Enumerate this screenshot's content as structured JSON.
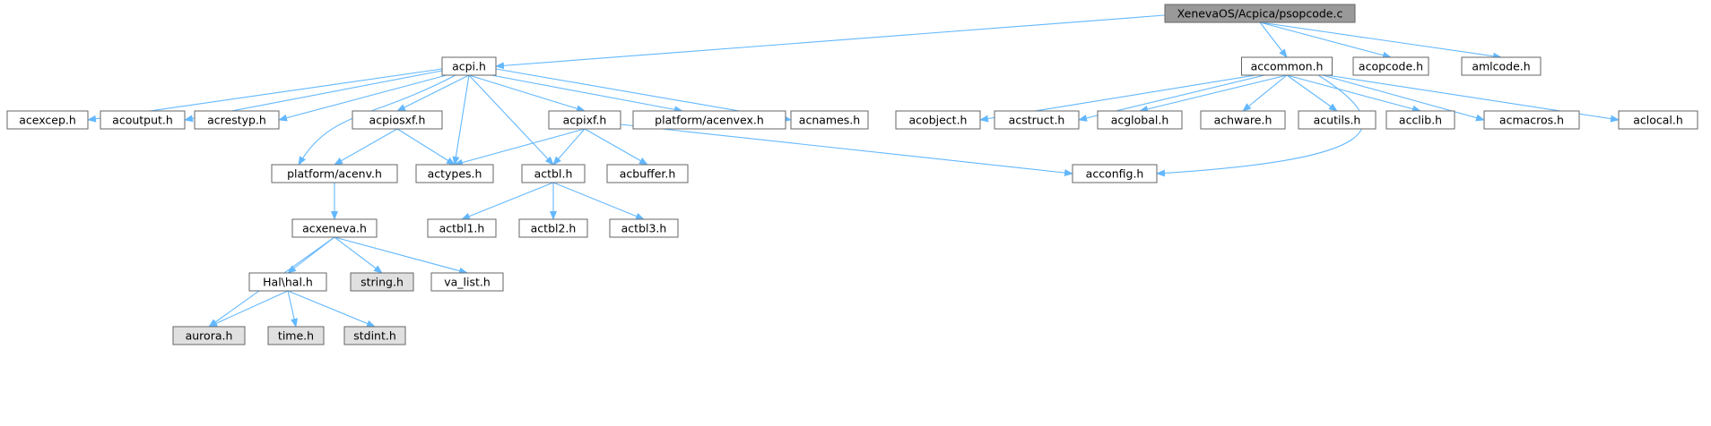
{
  "diagram": {
    "type": "include-dependency-graph",
    "colors": {
      "root_fill": "#999999",
      "node_fill": "#ffffff",
      "system_header_fill": "#e0e0e0",
      "border": "#666666",
      "edge": "#63b8ff"
    },
    "nodes": [
      {
        "id": "psopcode",
        "label": "XenevaOS/Acpica/psopcode.c",
        "kind": "root"
      },
      {
        "id": "acpi_h",
        "label": "acpi.h",
        "kind": "local"
      },
      {
        "id": "accommon_h",
        "label": "accommon.h",
        "kind": "local"
      },
      {
        "id": "acopcode_h",
        "label": "acopcode.h",
        "kind": "local"
      },
      {
        "id": "amlcode_h",
        "label": "amlcode.h",
        "kind": "local"
      },
      {
        "id": "acexcep_h",
        "label": "acexcep.h",
        "kind": "local"
      },
      {
        "id": "acoutput_h",
        "label": "acoutput.h",
        "kind": "local"
      },
      {
        "id": "acrestyp_h",
        "label": "acrestyp.h",
        "kind": "local"
      },
      {
        "id": "acpiosxf_h",
        "label": "acpiosxf.h",
        "kind": "local"
      },
      {
        "id": "acpixf_h",
        "label": "acpixf.h",
        "kind": "local"
      },
      {
        "id": "acenvex_h",
        "label": "platform/acenvex.h",
        "kind": "local"
      },
      {
        "id": "acnames_h",
        "label": "acnames.h",
        "kind": "local"
      },
      {
        "id": "acobject_h",
        "label": "acobject.h",
        "kind": "local"
      },
      {
        "id": "acstruct_h",
        "label": "acstruct.h",
        "kind": "local"
      },
      {
        "id": "acglobal_h",
        "label": "acglobal.h",
        "kind": "local"
      },
      {
        "id": "achware_h",
        "label": "achware.h",
        "kind": "local"
      },
      {
        "id": "acutils_h",
        "label": "acutils.h",
        "kind": "local"
      },
      {
        "id": "acclib_h",
        "label": "acclib.h",
        "kind": "local"
      },
      {
        "id": "acmacros_h",
        "label": "acmacros.h",
        "kind": "local"
      },
      {
        "id": "aclocal_h",
        "label": "aclocal.h",
        "kind": "local"
      },
      {
        "id": "acenv_h",
        "label": "platform/acenv.h",
        "kind": "local"
      },
      {
        "id": "actypes_h",
        "label": "actypes.h",
        "kind": "local"
      },
      {
        "id": "actbl_h",
        "label": "actbl.h",
        "kind": "local"
      },
      {
        "id": "acbuffer_h",
        "label": "acbuffer.h",
        "kind": "local"
      },
      {
        "id": "acconfig_h",
        "label": "acconfig.h",
        "kind": "local"
      },
      {
        "id": "acxeneva_h",
        "label": "acxeneva.h",
        "kind": "local"
      },
      {
        "id": "actbl1_h",
        "label": "actbl1.h",
        "kind": "local"
      },
      {
        "id": "actbl2_h",
        "label": "actbl2.h",
        "kind": "local"
      },
      {
        "id": "actbl3_h",
        "label": "actbl3.h",
        "kind": "local"
      },
      {
        "id": "hal_h",
        "label": "Hal\\hal.h",
        "kind": "local"
      },
      {
        "id": "string_h",
        "label": "string.h",
        "kind": "system"
      },
      {
        "id": "va_list_h",
        "label": "va_list.h",
        "kind": "local"
      },
      {
        "id": "aurora_h",
        "label": "aurora.h",
        "kind": "system"
      },
      {
        "id": "time_h",
        "label": "time.h",
        "kind": "system"
      },
      {
        "id": "stdint_h",
        "label": "stdint.h",
        "kind": "system"
      }
    ],
    "edges": [
      {
        "from": "psopcode",
        "to": "acpi_h"
      },
      {
        "from": "psopcode",
        "to": "accommon_h"
      },
      {
        "from": "psopcode",
        "to": "acopcode_h"
      },
      {
        "from": "psopcode",
        "to": "amlcode_h"
      },
      {
        "from": "acpi_h",
        "to": "acexcep_h"
      },
      {
        "from": "acpi_h",
        "to": "acoutput_h"
      },
      {
        "from": "acpi_h",
        "to": "acrestyp_h"
      },
      {
        "from": "acpi_h",
        "to": "acpiosxf_h"
      },
      {
        "from": "acpi_h",
        "to": "acenv_h"
      },
      {
        "from": "acpi_h",
        "to": "actypes_h"
      },
      {
        "from": "acpi_h",
        "to": "actbl_h"
      },
      {
        "from": "acpi_h",
        "to": "acpixf_h"
      },
      {
        "from": "acpi_h",
        "to": "acenvex_h"
      },
      {
        "from": "acpi_h",
        "to": "acnames_h"
      },
      {
        "from": "accommon_h",
        "to": "acobject_h"
      },
      {
        "from": "accommon_h",
        "to": "acstruct_h"
      },
      {
        "from": "accommon_h",
        "to": "acglobal_h"
      },
      {
        "from": "accommon_h",
        "to": "achware_h"
      },
      {
        "from": "accommon_h",
        "to": "acutils_h"
      },
      {
        "from": "accommon_h",
        "to": "acclib_h"
      },
      {
        "from": "accommon_h",
        "to": "acmacros_h"
      },
      {
        "from": "accommon_h",
        "to": "aclocal_h"
      },
      {
        "from": "accommon_h",
        "to": "acconfig_h"
      },
      {
        "from": "acpiosxf_h",
        "to": "acenv_h"
      },
      {
        "from": "acpiosxf_h",
        "to": "actypes_h"
      },
      {
        "from": "acpixf_h",
        "to": "actypes_h"
      },
      {
        "from": "acpixf_h",
        "to": "actbl_h"
      },
      {
        "from": "acpixf_h",
        "to": "acbuffer_h"
      },
      {
        "from": "acpixf_h",
        "to": "acconfig_h"
      },
      {
        "from": "acenv_h",
        "to": "acxeneva_h"
      },
      {
        "from": "actbl_h",
        "to": "actbl1_h"
      },
      {
        "from": "actbl_h",
        "to": "actbl2_h"
      },
      {
        "from": "actbl_h",
        "to": "actbl3_h"
      },
      {
        "from": "acxeneva_h",
        "to": "aurora_h"
      },
      {
        "from": "acxeneva_h",
        "to": "hal_h"
      },
      {
        "from": "acxeneva_h",
        "to": "string_h"
      },
      {
        "from": "acxeneva_h",
        "to": "va_list_h"
      },
      {
        "from": "hal_h",
        "to": "aurora_h"
      },
      {
        "from": "hal_h",
        "to": "time_h"
      },
      {
        "from": "hal_h",
        "to": "stdint_h"
      }
    ]
  }
}
